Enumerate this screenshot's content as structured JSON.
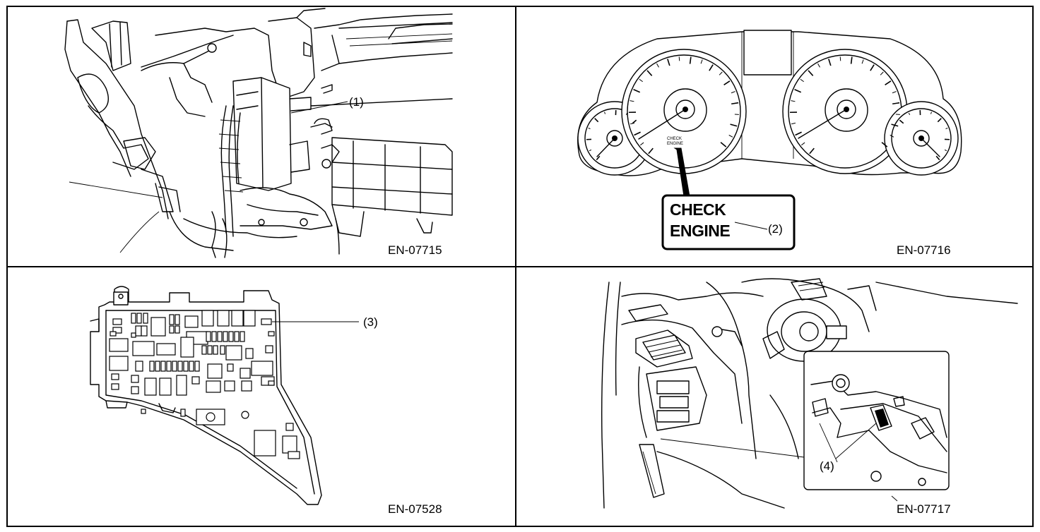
{
  "panels": [
    {
      "id": "EN-07715",
      "callout": "(1)"
    },
    {
      "id": "EN-07716",
      "callout": "(2)",
      "badge_line1": "CHECK",
      "badge_line2": "ENGINE",
      "small_line1": "CHECK",
      "small_line2": "ENGINE"
    },
    {
      "id": "EN-07528",
      "callout": "(3)"
    },
    {
      "id": "EN-07717",
      "callout": "(4)"
    }
  ],
  "colors": {
    "ink": "#000000",
    "paper": "#ffffff"
  }
}
